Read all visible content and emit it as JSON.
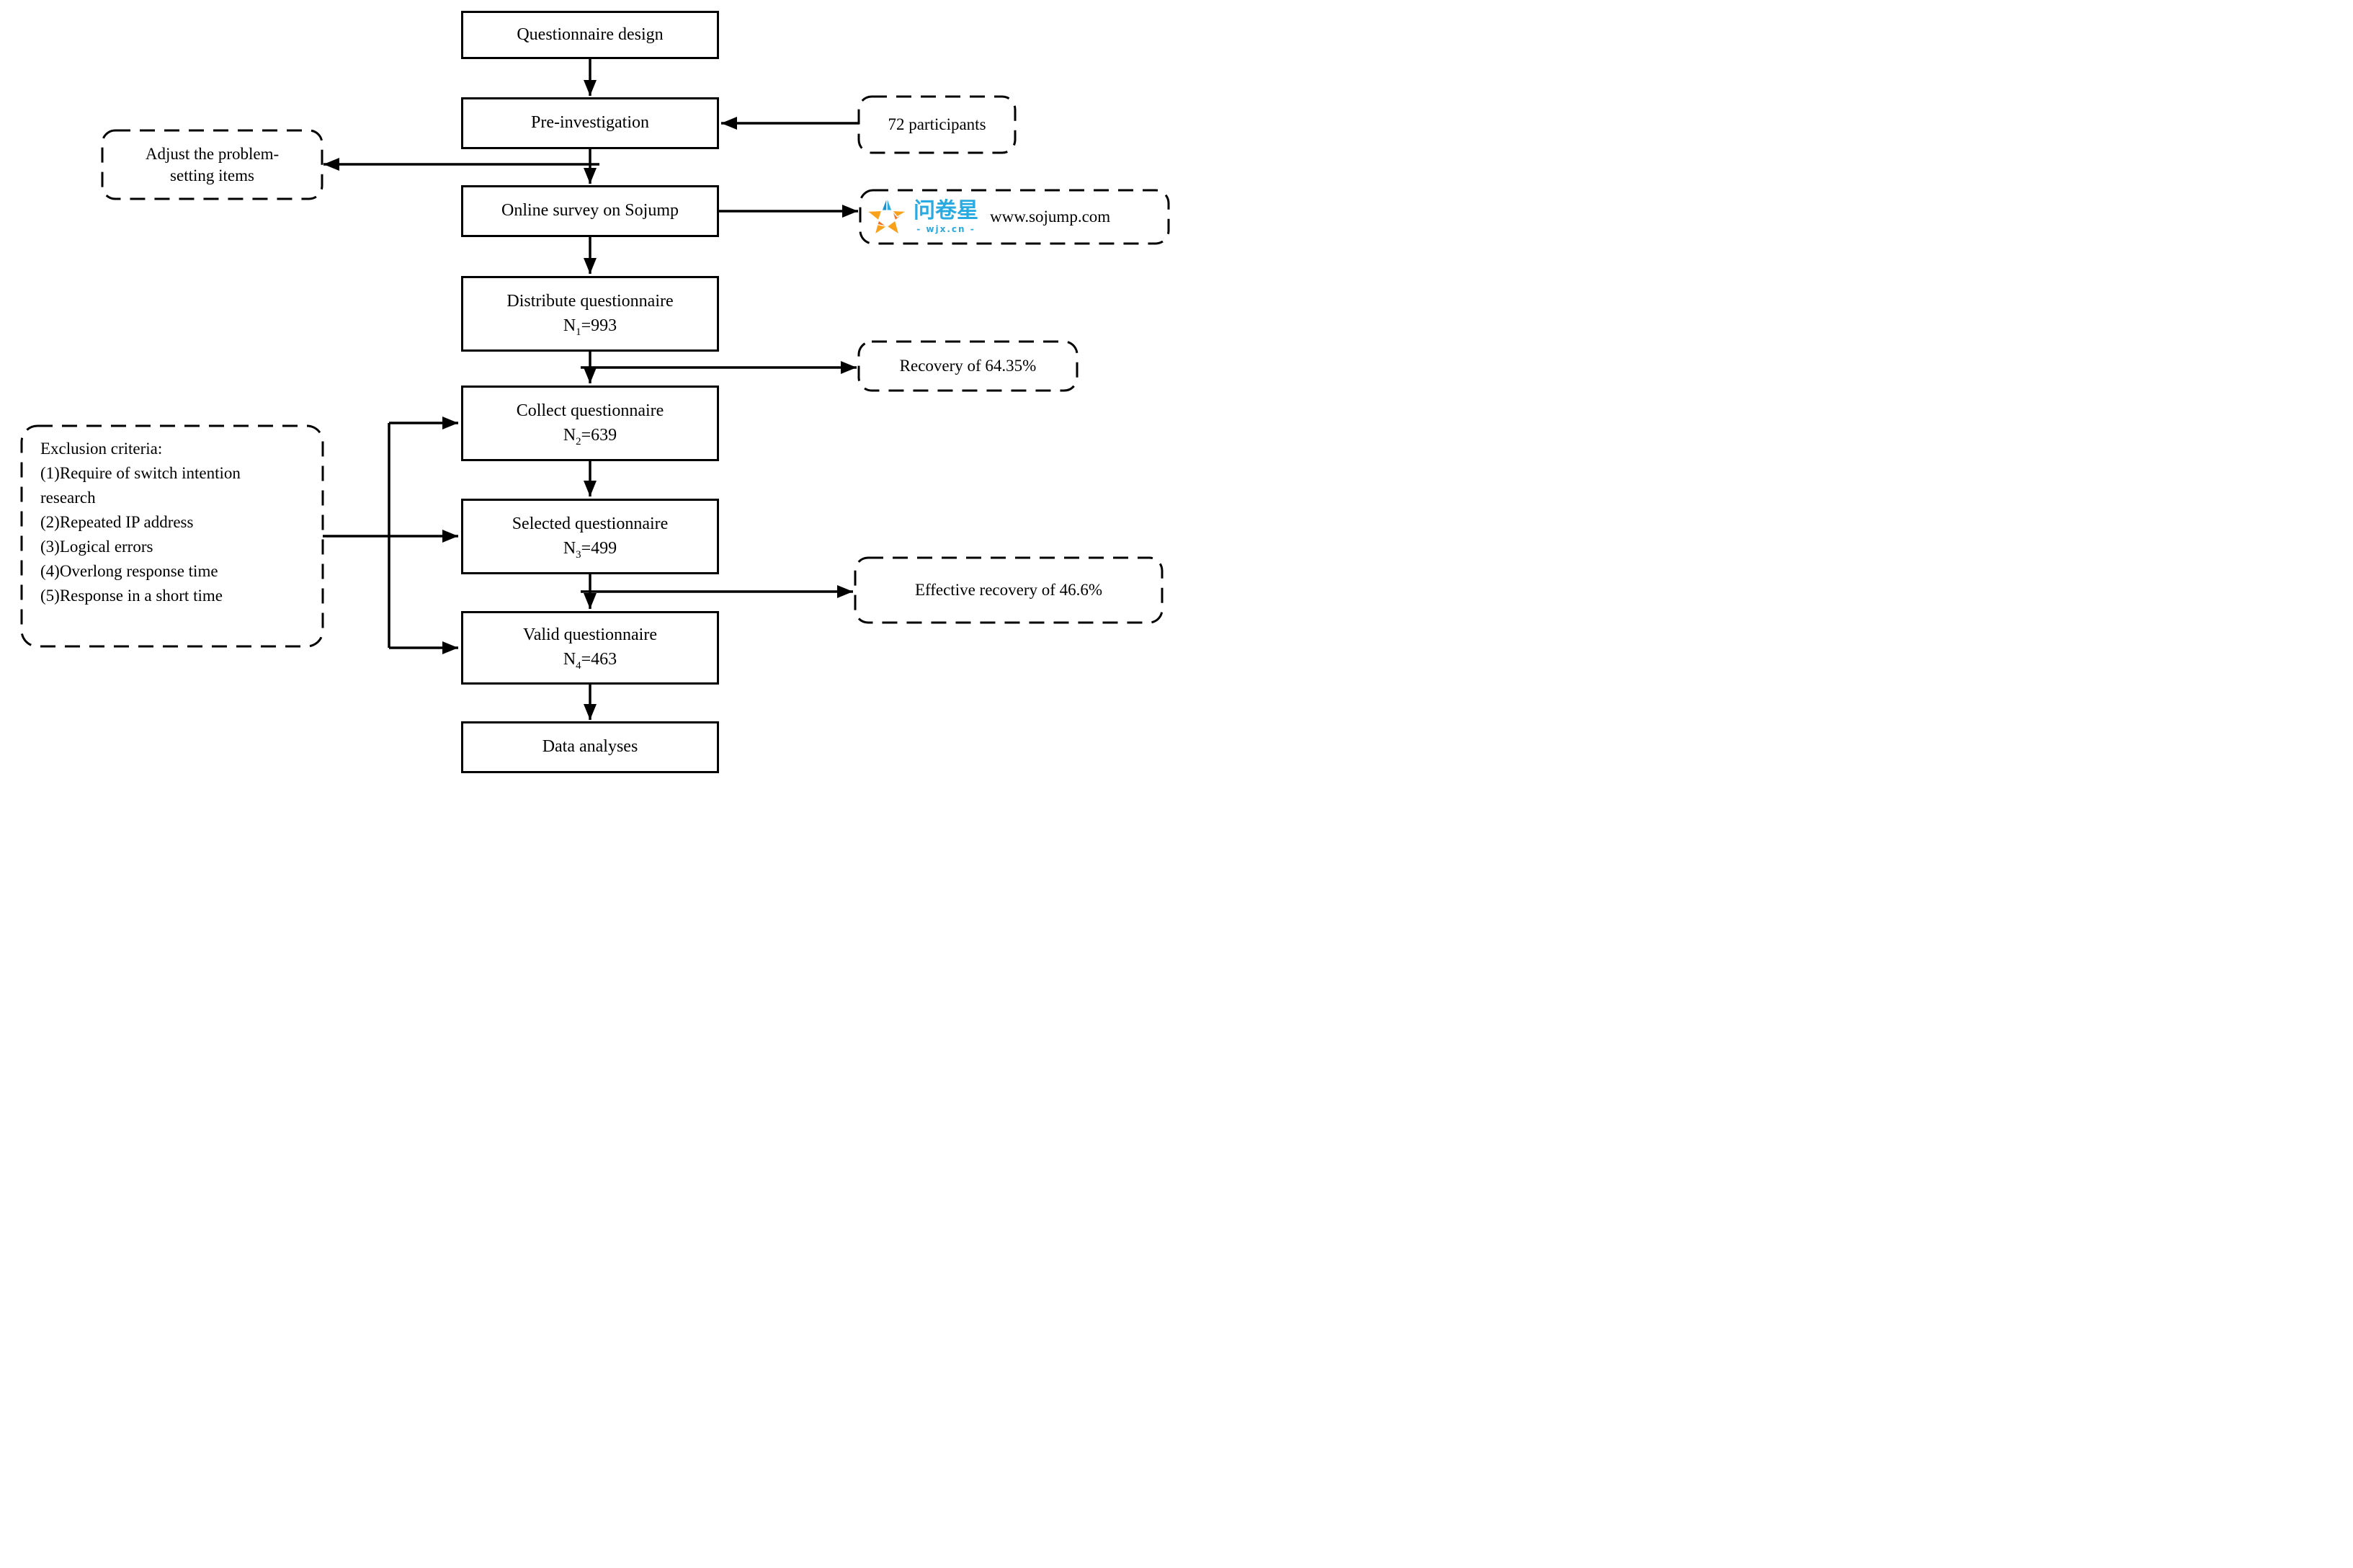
{
  "flow_nodes": {
    "questionnaire_design": {
      "label": "Questionnaire design"
    },
    "pre_investigation": {
      "label": "Pre-investigation"
    },
    "online_survey": {
      "label": "Online survey on Sojump"
    },
    "distribute": {
      "label": "Distribute questionnaire",
      "n": "N",
      "n_sub": "1",
      "n_eq": "=993"
    },
    "collect": {
      "label": "Collect questionnaire",
      "n": "N",
      "n_sub": "2",
      "n_eq": "=639"
    },
    "selected": {
      "label": "Selected questionnaire",
      "n": "N",
      "n_sub": "3",
      "n_eq": "=499"
    },
    "valid": {
      "label": "Valid questionnaire",
      "n": "N",
      "n_sub": "4",
      "n_eq": "=463"
    },
    "data_analyses": {
      "label": "Data analyses"
    }
  },
  "side_notes": {
    "participants": {
      "label": "72 participants"
    },
    "adjust": {
      "line1": "Adjust the problem-",
      "line2": "setting items"
    },
    "sojump": {
      "brand_cn": "问卷星",
      "brand_domain": "- wjx.cn -",
      "url": "www.sojump.com"
    },
    "recovery": {
      "label": "Recovery of 64.35%"
    },
    "effective_recovery": {
      "label": "Effective recovery of 46.6%"
    },
    "exclusion": {
      "title": "Exclusion criteria:",
      "items": [
        "(1)Require of switch intention research",
        "(2)Repeated IP address",
        "(3)Logical errors",
        "(4)Overlong response time",
        "(5)Response in a short time"
      ]
    }
  },
  "colors": {
    "ink": "#000000",
    "box_fill": "#ffffff",
    "logo_blue": "#29abe2",
    "logo_blue_dark": "#1793cf",
    "logo_orange": "#f9a11b",
    "logo_orange_dark": "#f26f21"
  }
}
